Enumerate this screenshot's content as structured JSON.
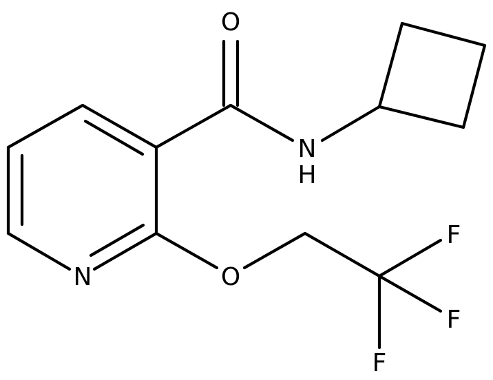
{
  "molecule": {
    "atoms": {
      "O_carbonyl": "O",
      "N_amide": "N",
      "H_amide": "H",
      "N_pyridine": "N",
      "O_ether": "O",
      "F1": "F",
      "F2": "F",
      "F3": "F"
    },
    "bond_color": "#000000",
    "text_color": "#000000"
  }
}
